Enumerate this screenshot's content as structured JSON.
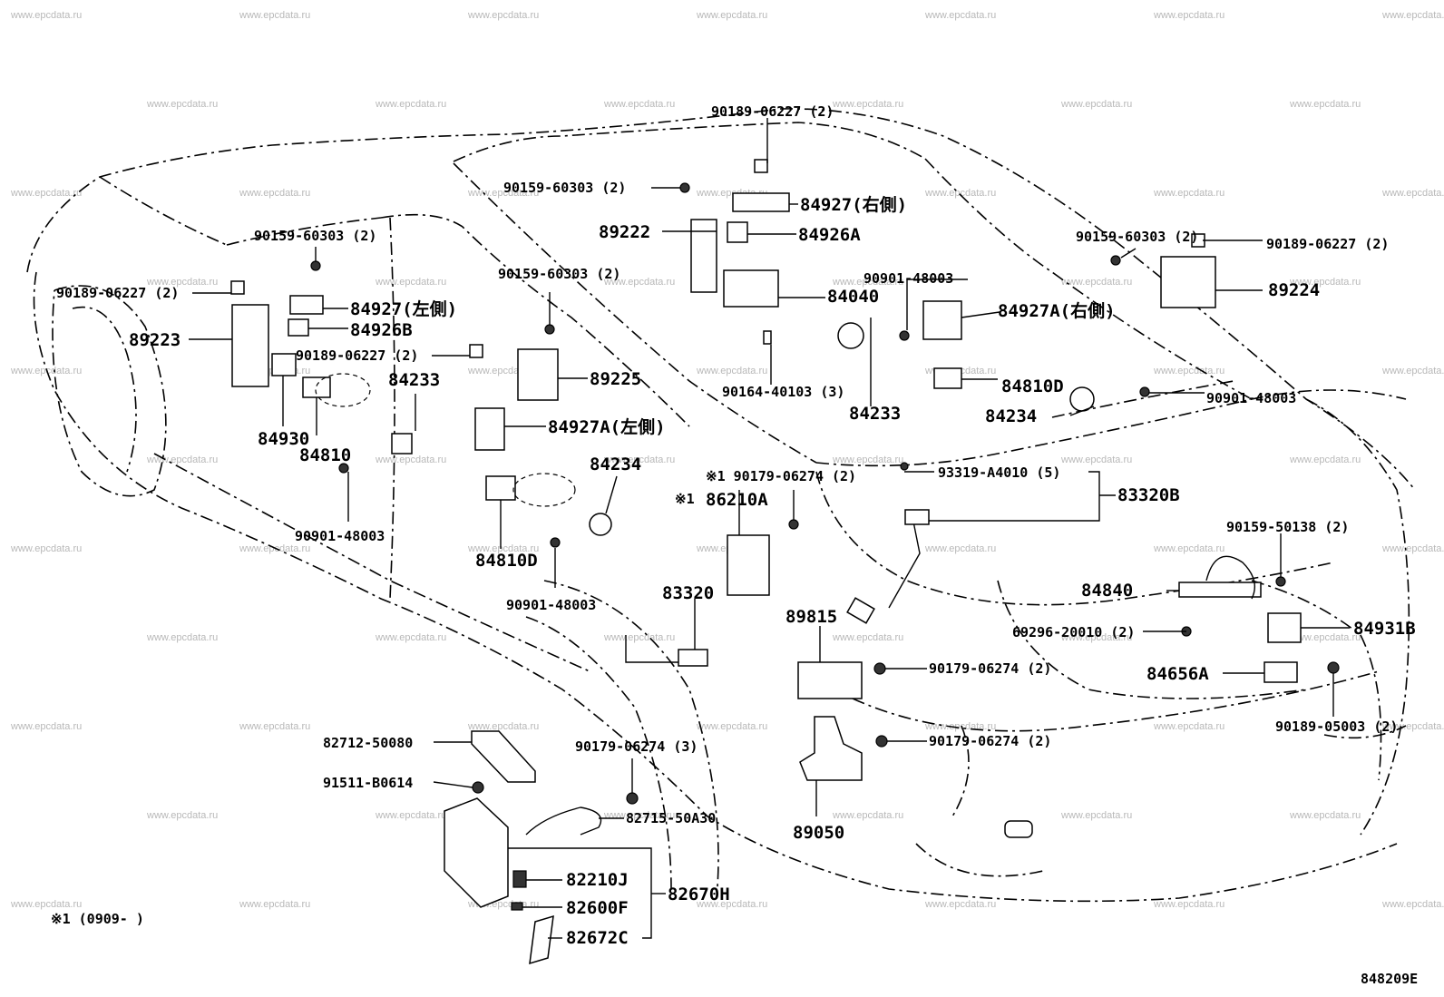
{
  "watermark": "www.epcdata.ru",
  "diagram_code": "848209E",
  "footnote": "※1 (0909-    )",
  "labels": {
    "l_90189_06227_top": "90189-06227 (2)",
    "l_90159_60303_a": "90159-60303 (2)",
    "l_84927_right": "84927(右側)",
    "l_89222": "89222",
    "l_84926a": "84926A",
    "l_90159_60303_left": "90159-60303 (2)",
    "l_90189_06227_left": "90189-06227 (2)",
    "l_84927_left": "84927(左側)",
    "l_84926b": "84926B",
    "l_89223": "89223",
    "l_90189_06227_mid": "90189-06227 (2)",
    "l_84233_left": "84233",
    "l_90159_60303_mid": "90159-60303 (2)",
    "l_89225": "89225",
    "l_84927a_left": "84927A(左側)",
    "l_84930": "84930",
    "l_84810": "84810",
    "l_90901_48003_left": "90901-48003",
    "l_84810d_left": "84810D",
    "l_84234_left": "84234",
    "l_90901_48003_bl": "90901-48003",
    "l_90901_48003_top": "90901-48003",
    "l_84040": "84040",
    "l_90164_40103": "90164-40103 (3)",
    "l_84233_right": "84233",
    "l_84927a_right": "84927A(右側)",
    "l_90159_60303_right": "90159-60303 (2)",
    "l_90189_06227_right": "90189-06227 (2)",
    "l_89224": "89224",
    "l_84810d_right": "84810D",
    "l_84234_right": "84234",
    "l_90901_48003_right": "90901-48003",
    "l_x1_90179_06274": "※1 90179-06274 (2)",
    "l_x1_86210a_mark": "※1",
    "l_86210a": "86210A",
    "l_93319": "93319-A4010 (5)",
    "l_83320b": "83320B",
    "l_83320": "83320",
    "l_89815": "89815",
    "l_90159_50138": "90159-50138 (2)",
    "l_84840": "84840",
    "l_69296": "69296-20010 (2)",
    "l_84931b": "84931B",
    "l_90179_06274_a": "90179-06274 (2)",
    "l_84656a": "84656A",
    "l_90189_05003": "90189-05003 (2)",
    "l_82712": "82712-50080",
    "l_90179_06274_3": "90179-06274 (3)",
    "l_90179_06274_b": "90179-06274 (2)",
    "l_91511": "91511-B0614",
    "l_82715": "82715-50A30",
    "l_89050": "89050",
    "l_82210j": "82210J",
    "l_82670h": "82670H",
    "l_82600f": "82600F",
    "l_82672c": "82672C"
  }
}
